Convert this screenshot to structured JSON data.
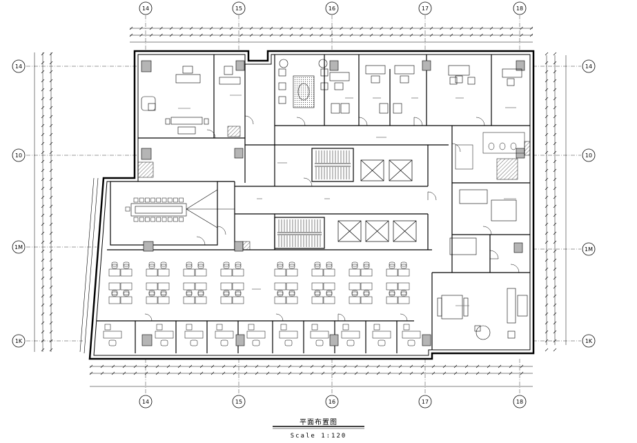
{
  "drawing": {
    "title": "平面布置图",
    "scale": "Scale  1:120"
  },
  "grid": {
    "columns": [
      "14",
      "15",
      "16",
      "17",
      "18"
    ],
    "rows": [
      "14",
      "10",
      "1M",
      "1K"
    ]
  },
  "colors": {
    "line": "#000000",
    "wall": "#000000",
    "fill_gray": "#b5b5b5",
    "light": "#e3e3e3"
  }
}
